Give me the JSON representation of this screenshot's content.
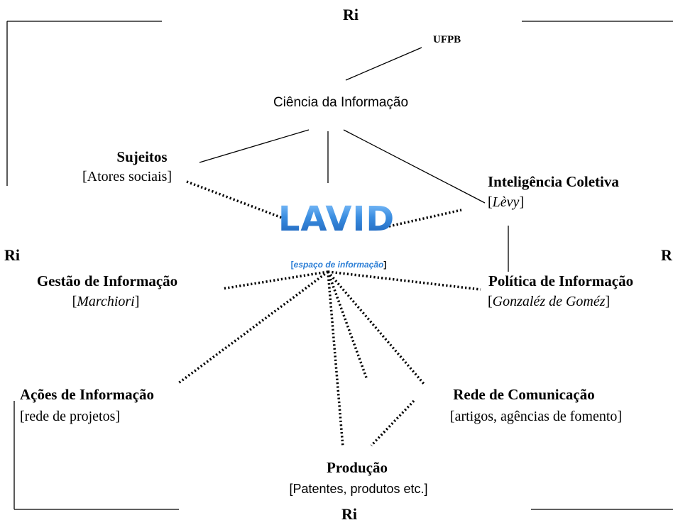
{
  "diagram": {
    "ri_label": "Ri",
    "ri_label_right": "R",
    "ufpb": "UFPB",
    "ciencia": "Ciência da Informação",
    "sujeitos": {
      "title": "Sujeitos",
      "sub": "[Atores sociais]"
    },
    "inteligencia": {
      "title": "Inteligência Coletiva",
      "sub": "Lèvy"
    },
    "lavid": {
      "title": "LAVID",
      "sub_open": "[",
      "sub_inner": "espaço de informação",
      "sub_close": "]"
    },
    "gestao": {
      "title": "Gestão de Informação",
      "sub": "Marchiori"
    },
    "politica": {
      "title": "Política de Informação",
      "sub": "Gonzaléz de Goméz"
    },
    "acoes": {
      "title": "Ações de Informação",
      "sub": "[rede de projetos]"
    },
    "rede": {
      "title": "Rede de Comunicação",
      "sub": "[artigos, agências de fomento]"
    },
    "producao": {
      "title": "Produção",
      "sub": "[Patentes, produtos etc.]"
    }
  },
  "colors": {
    "lavid_blue": "#2d7fd6",
    "line": "#000000"
  }
}
